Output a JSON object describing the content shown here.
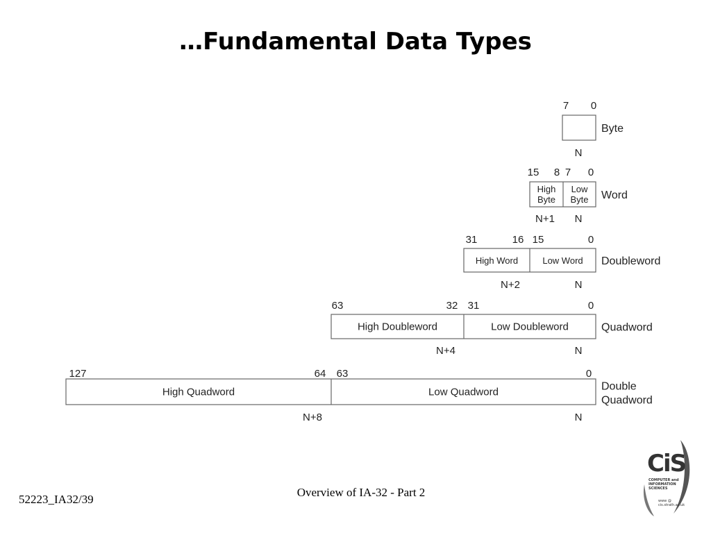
{
  "title": "…Fundamental Data Types",
  "rows": [
    {
      "type_lines": [
        "Byte"
      ],
      "bit_labels": [
        "7",
        "0"
      ],
      "cells": [
        ""
      ],
      "addresses": [
        "N"
      ]
    },
    {
      "type_lines": [
        "Word"
      ],
      "bit_labels": [
        "15",
        "8",
        "7",
        "0"
      ],
      "cells": [
        [
          "High",
          "Byte"
        ],
        [
          "Low",
          "Byte"
        ]
      ],
      "addresses": [
        "N+1",
        "N"
      ]
    },
    {
      "type_lines": [
        "Doubleword"
      ],
      "bit_labels": [
        "31",
        "16",
        "15",
        "0"
      ],
      "cells": [
        "High Word",
        "Low Word"
      ],
      "addresses": [
        "N+2",
        "N"
      ]
    },
    {
      "type_lines": [
        "Quadword"
      ],
      "bit_labels": [
        "63",
        "32",
        "31",
        "0"
      ],
      "cells": [
        "High Doubleword",
        "Low Doubleword"
      ],
      "addresses": [
        "N+4",
        "N"
      ]
    },
    {
      "type_lines": [
        "Double",
        "Quadword"
      ],
      "bit_labels": [
        "127",
        "64",
        "63",
        "0"
      ],
      "cells": [
        "High Quadword",
        "Low Quadword"
      ],
      "addresses": [
        "N+8",
        "N"
      ]
    }
  ],
  "footer": {
    "left": "52223_IA32/39",
    "center": "Overview of IA-32 - Part 2"
  },
  "logo": {
    "main": "CiS",
    "sub": "COMPUTER and INFORMATION SCIENCES",
    "url": "www @ cis.strath.ac.uk"
  }
}
